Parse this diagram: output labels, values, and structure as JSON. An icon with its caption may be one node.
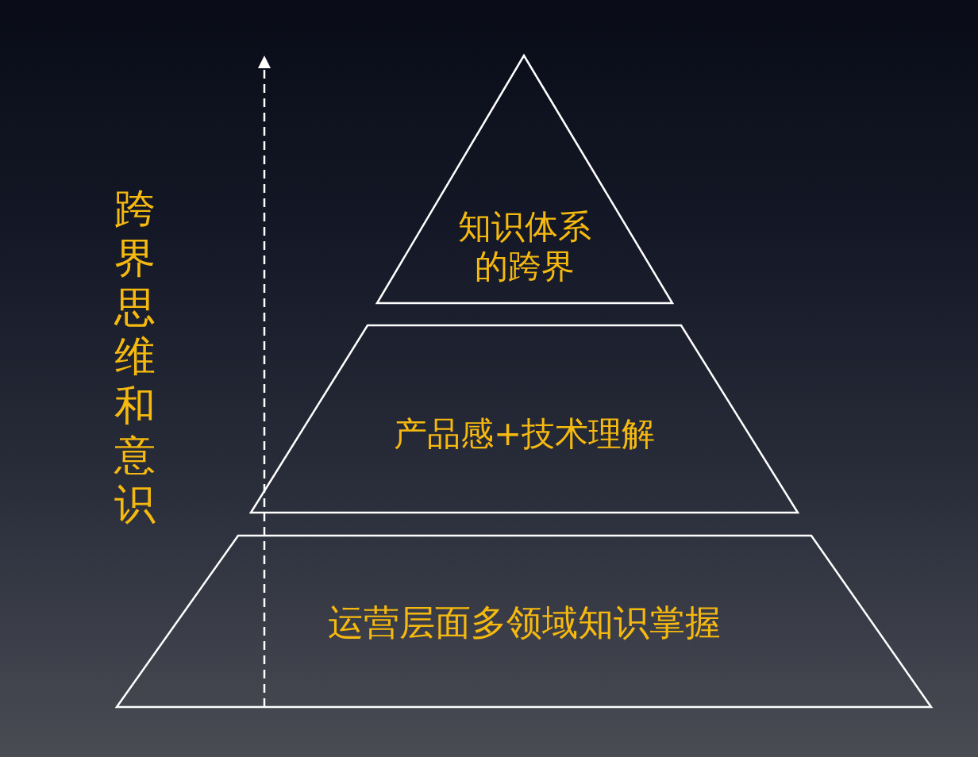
{
  "diagram": {
    "nodes": [
      {
        "text": [
          "知识体系的跨界"
        ]
      },
      {
        "text": [
          "产品感+技术理解"
        ]
      },
      {
        "text": [
          "运营层面多领域知识掌握"
        ]
      }
    ],
    "labels": [
      "跨界思维和意识"
    ]
  }
}
